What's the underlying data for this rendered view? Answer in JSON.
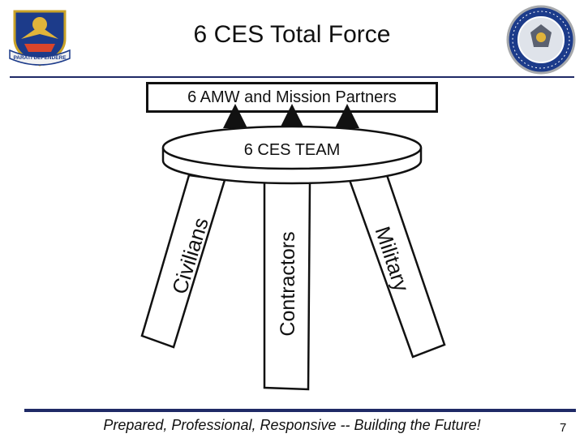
{
  "slide": {
    "title": "6 CES Total Force",
    "partners_label": "6 AMW and Mission Partners",
    "team_label": "6 CES TEAM",
    "legs": {
      "left": "Civilians",
      "center": "Contractors",
      "right": "Military"
    },
    "footer": "Prepared, Professional, Responsive -- Building the Future!",
    "page_number": "7",
    "left_logo_motto": "PARATI DEFENDERE"
  },
  "colors": {
    "rule": "#1f2a66",
    "logo_blue": "#1c3b8a",
    "logo_gold": "#e1b43a"
  },
  "icons": [
    "wing-shield-logo-icon",
    "ces-seal-logo-icon",
    "up-arrow-icon"
  ]
}
